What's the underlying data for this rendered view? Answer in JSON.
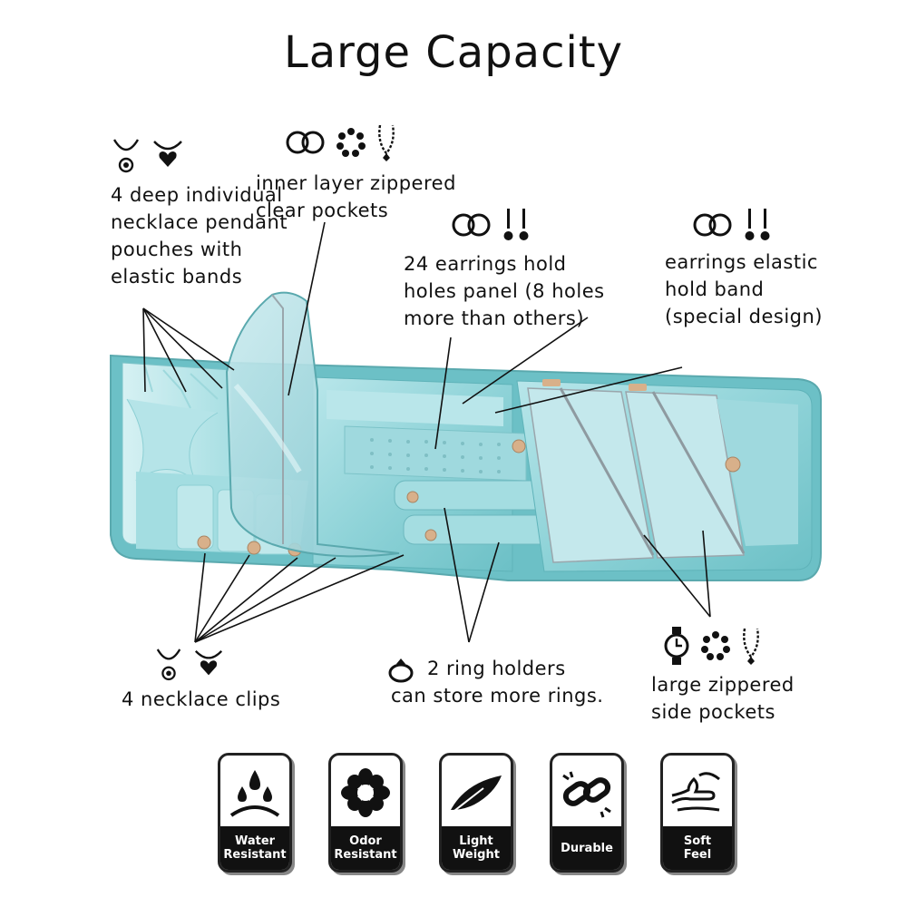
{
  "title": "Large Capacity",
  "labels": {
    "necklace_pouches": "4 deep individual\nnecklace pendant\npouches with\nelastic bands",
    "inner_pockets": "inner layer zippered\nclear pockets",
    "earring_panel": "24 earrings hold\nholes panel (8 holes\nmore than others)",
    "elastic_band": "earrings elastic\nhold band\n(special design)",
    "necklace_clips": "4 necklace clips",
    "ring_holders": "2 ring holders\ncan store more rings.",
    "side_pockets": "large zippered\nside pockets"
  },
  "icons": {
    "necklace_pouches": [
      "pendant-necklace-icon",
      "heart-necklace-icon"
    ],
    "inner_pockets": [
      "hoop-earrings-icon",
      "bracelet-icon",
      "beaded-necklace-icon"
    ],
    "earring_panel": [
      "hoop-earrings-icon",
      "stud-earrings-icon"
    ],
    "elastic_band": [
      "hoop-earrings-icon",
      "stud-earrings-icon"
    ],
    "necklace_clips": [
      "pendant-necklace-icon",
      "heart-necklace-icon"
    ],
    "ring_holders": [
      "ring-icon"
    ],
    "side_pockets": [
      "watch-icon",
      "bracelet-icon",
      "beaded-necklace-icon"
    ]
  },
  "badges": [
    {
      "caption": "Water\nResistant",
      "icon": "water-drops-icon"
    },
    {
      "caption": "Odor\nResistant",
      "icon": "flower-icon"
    },
    {
      "caption": "Light\nWeight",
      "icon": "feather-icon"
    },
    {
      "caption": "Durable",
      "icon": "chain-link-icon"
    },
    {
      "caption": "Soft\nFeel",
      "icon": "hand-icon"
    }
  ],
  "colors": {
    "satin": "#8fd3d8",
    "satin_light": "#c7ecee",
    "satin_dark": "#5fb3b9",
    "clear_pocket": "#a9dbe2",
    "zipper": "#9aa6ac",
    "snap": "#d8b08a",
    "ink": "#111111"
  }
}
